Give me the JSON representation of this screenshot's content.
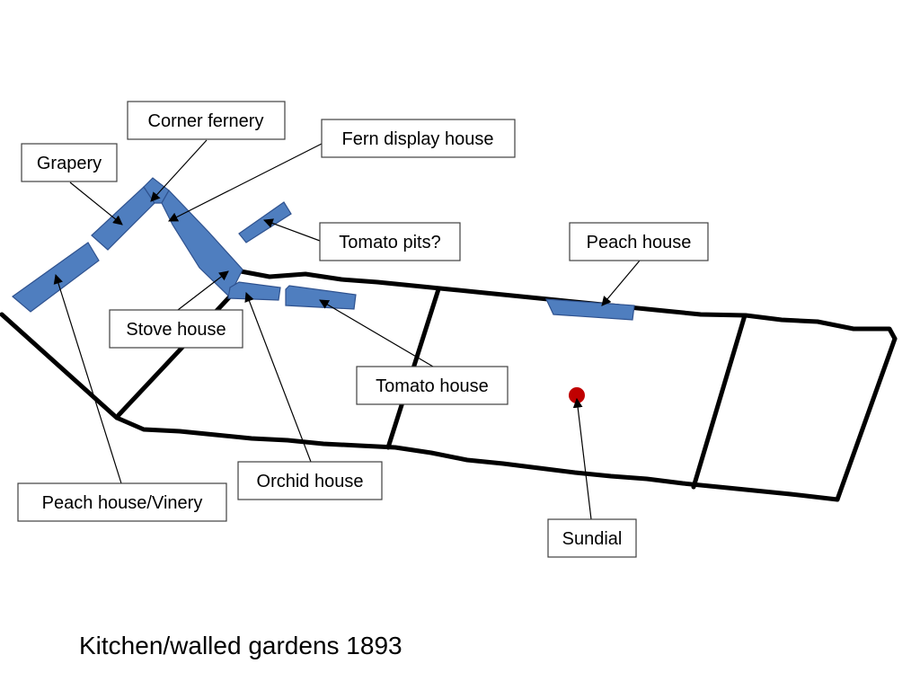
{
  "title": "Kitchen/walled gardens 1893",
  "colors": {
    "building_fill": "#4f7ebf",
    "building_stroke": "#2f528f",
    "wall": "#000000",
    "sundial": "#c00000"
  },
  "labels": {
    "corner_fernery": "Corner fernery",
    "fern_display_house": "Fern display house",
    "grapery": "Grapery",
    "tomato_pits": "Tomato pits?",
    "peach_house": "Peach house",
    "stove_house": "Stove house",
    "tomato_house": "Tomato house",
    "orchid_house": "Orchid house",
    "peach_house_vinery": "Peach house/Vinery",
    "sundial": "Sundial"
  },
  "icons": {
    "sundial_marker": "red-dot",
    "buildings": "blue-polygon"
  }
}
